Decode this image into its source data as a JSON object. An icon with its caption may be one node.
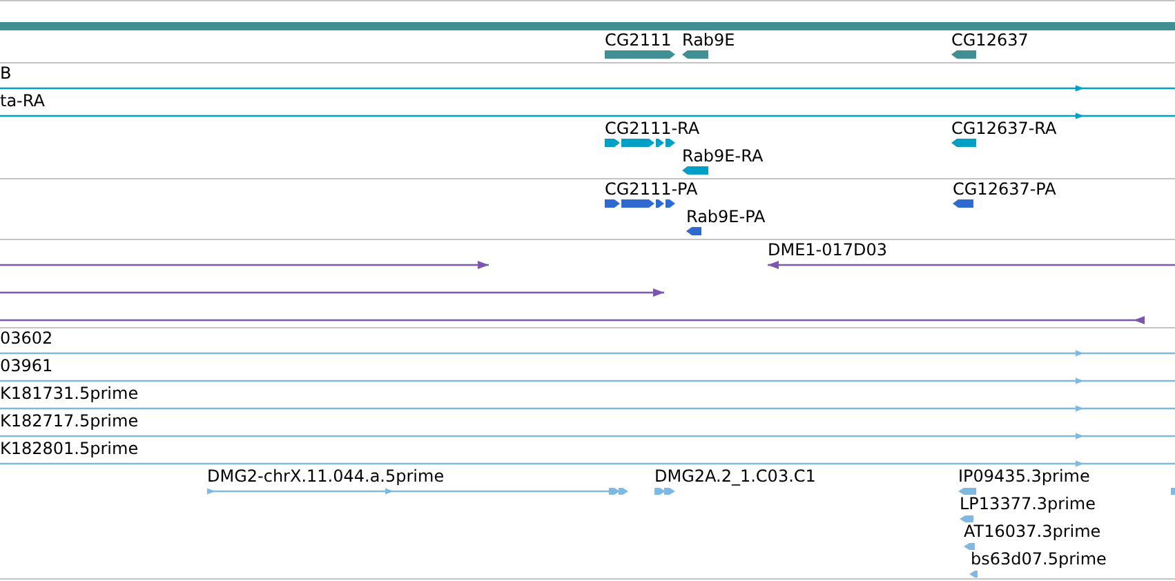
{
  "diagram": {
    "labels": [
      "CG2111",
      "Rab9E",
      "CG12637",
      "B",
      "ta-RA",
      "CG2111-RA",
      "CG12637-RA",
      "Rab9E-RA",
      "CG2111-PA",
      "CG12637-PA",
      "Rab9E-PA",
      "DME1-017D03",
      "03602",
      "03961",
      "K181731.5prime",
      "K182717.5prime",
      "K182801.5prime",
      "DMG2-chrX.11.044.a.5prime",
      "DMG2A.2_1.C03.C1",
      "IP09435.3prime",
      "LP13377.3prime",
      "AT16037.3prime",
      "bs63d07.5prime"
    ]
  }
}
